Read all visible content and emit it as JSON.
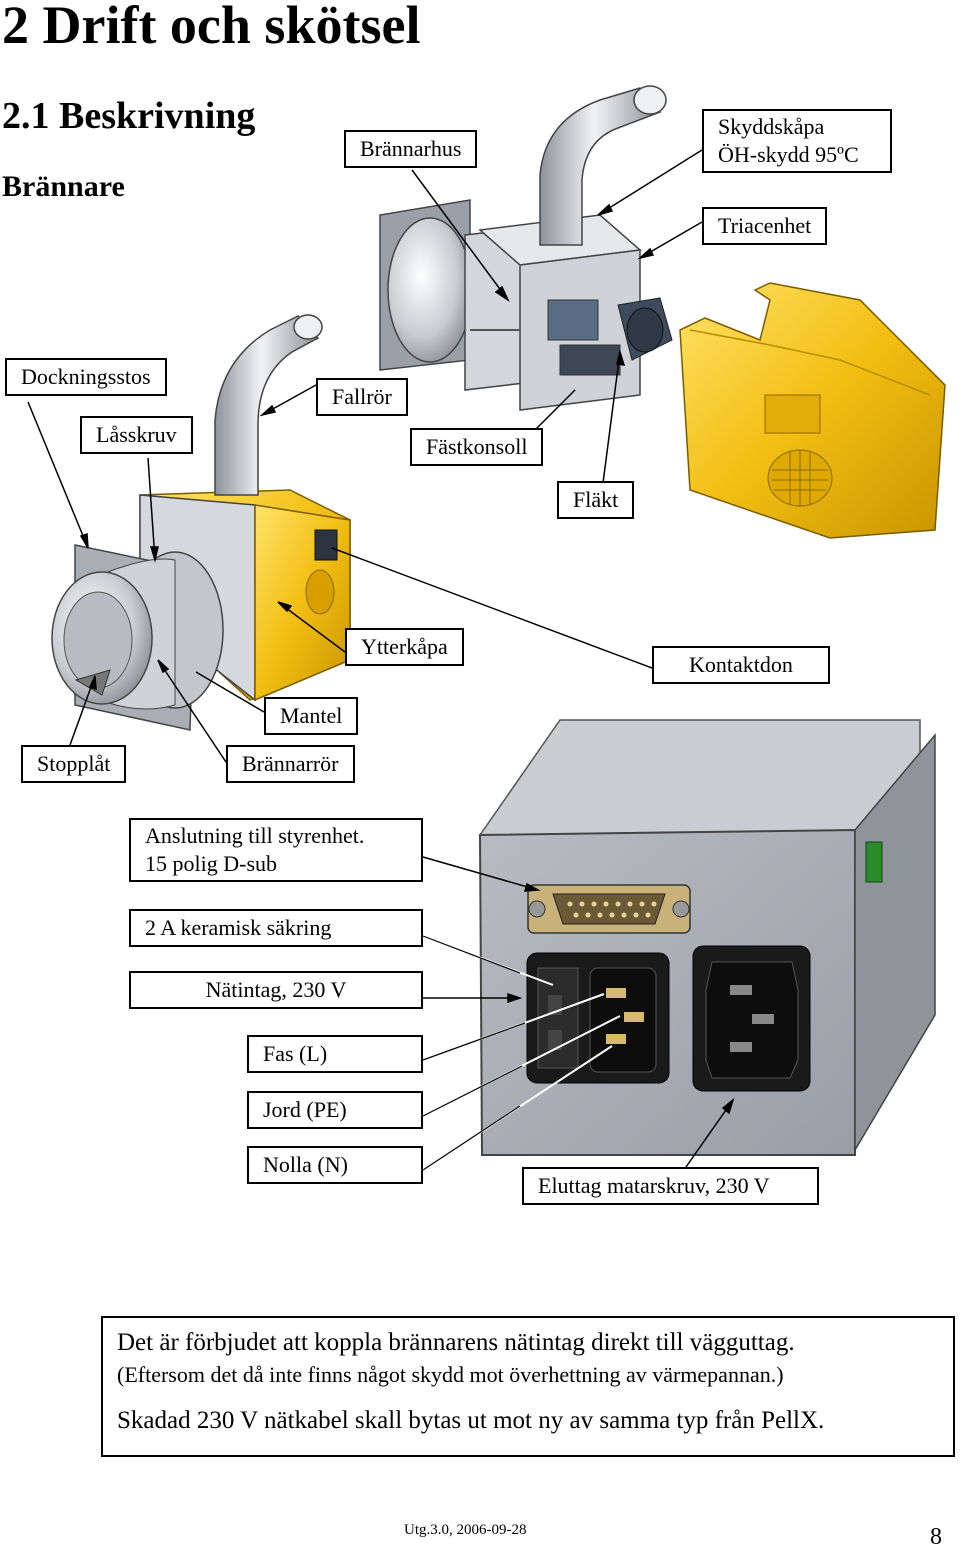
{
  "headings": {
    "chapter": "2 Drift och skötsel",
    "section": "2.1 Beskrivning",
    "subsection": "Brännare"
  },
  "labels": {
    "brannarhus": "Brännarhus",
    "skyddskapa_line1": "Skyddskåpa",
    "skyddskapa_line2": "ÖH-skydd 95ºC",
    "triacenhet": "Triacenhet",
    "dockningsstos": "Dockningsstos",
    "fallror": "Fallrör",
    "lasskruv": "Låsskruv",
    "fastkonsoll": "Fästkonsoll",
    "flakt": "Fläkt",
    "ytterkapa": "Ytterkåpa",
    "kontaktdon": "Kontaktdon",
    "mantel": "Mantel",
    "stopplat": "Stopplåt",
    "brannarror": "Brännarrör",
    "anslutning_line1": "Anslutning till styrenhet.",
    "anslutning_line2": "15 polig D-sub",
    "sakring": "2 A keramisk säkring",
    "natintag": "Nätintag, 230 V",
    "fas": "Fas (L)",
    "jord": "Jord (PE)",
    "nolla": "Nolla (N)",
    "eluttag": "Eluttag matarskruv, 230 V"
  },
  "notice": {
    "line1": "Det är förbjudet att koppla brännarens nätintag direkt till vägguttag.",
    "line2": "(Eftersom det då inte finns något skydd mot överhettning av värmepannan.)",
    "line3": "Skadad 230 V nätkabel skall bytas ut mot ny av samma typ från PellX."
  },
  "footer": {
    "edition": "Utg.3.0, 2006-09-28",
    "page": "8"
  },
  "colors": {
    "yellow": "#f2be12",
    "steel": "#c4c7cc",
    "panel": "#a7aab2",
    "socket": "#1a1a1a"
  }
}
